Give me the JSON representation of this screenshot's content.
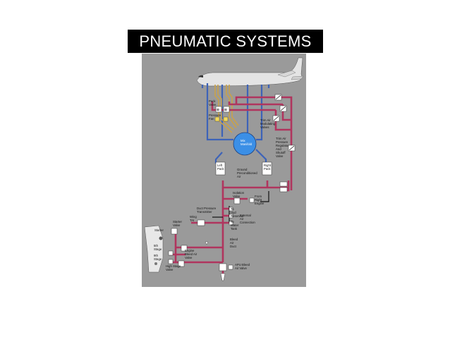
{
  "title": "PNEUMATIC SYSTEMS",
  "labels": {
    "pack_valve": [
      "Pack",
      "Valve"
    ],
    "pressure_fan": [
      "Pressure",
      "Fan"
    ],
    "trim_air": [
      "Trim Air",
      "Modulating",
      "Valves"
    ],
    "trim_air_reg": [
      "Trim Air",
      "Pressure",
      "Regulator",
      "And",
      "Shutoff",
      "Valve"
    ],
    "mix_manifold": [
      "Mix",
      "Manifold"
    ],
    "left_pack": [
      "Left",
      "Pack"
    ],
    "right_pack": [
      "Right",
      "Pack"
    ],
    "ground_air": [
      "Ground",
      "Preconditioned",
      "Air"
    ],
    "isolation_valve": [
      "Isolation",
      "Valve"
    ],
    "from_right_engine": [
      "From",
      "Right",
      "Engine"
    ],
    "duct_pressure": [
      "Duct Pressure",
      "Transmitter"
    ],
    "to_hyd": [
      "To",
      "Hyd",
      "Reservoir"
    ],
    "external_air": [
      "External",
      "Air",
      "Connection"
    ],
    "to_water": [
      "To",
      "Water",
      "Tank"
    ],
    "wing_tai": [
      "Wing",
      "TAI"
    ],
    "starter_valve": [
      "Starter",
      "Valve"
    ],
    "starter": "Starter",
    "fifth_stage": [
      "5th",
      "Stage"
    ],
    "ninth_stage": [
      "9th",
      "Stage"
    ],
    "engine_bleed": [
      "Engine",
      "Bleed Air",
      "Valve"
    ],
    "high_stage": [
      "High Stage",
      "Valve"
    ],
    "bleed_air_duct": [
      "Bleed",
      "Air",
      "Duct"
    ],
    "apu_bleed": [
      "APU Bleed",
      "Air Valve"
    ]
  },
  "colors": {
    "background": "#9a9a9a",
    "bleed_pipe": "#b0355e",
    "conditioned_pipe": "#3d63b8",
    "pack_outlet_pipe": "#c9a24a",
    "manifold": "#3b8fe6"
  }
}
